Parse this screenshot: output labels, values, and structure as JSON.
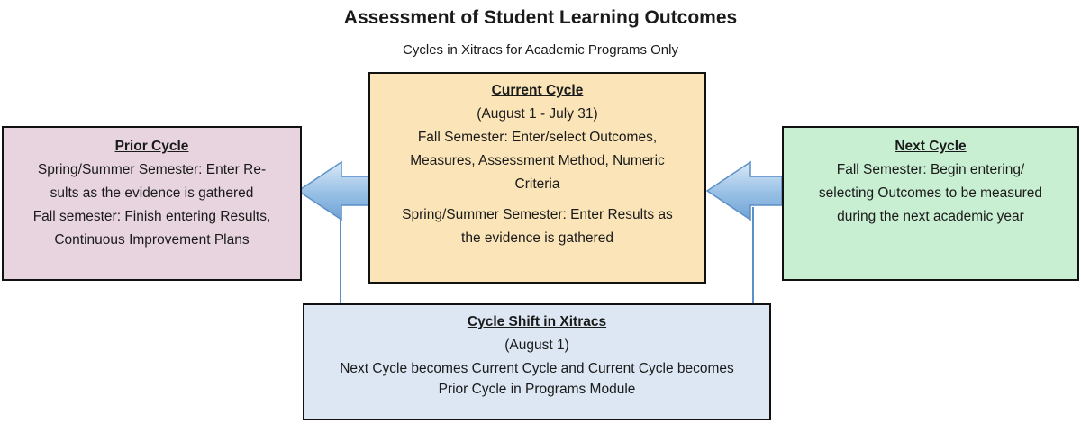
{
  "title": "Assessment of Student Learning Outcomes",
  "subtitle": "Cycles in Xitracs for Academic Programs Only",
  "prior": {
    "heading": "Prior Cycle",
    "line1": "Spring/Summer Semester:  Enter Re-",
    "line2": "sults as the evidence is gathered",
    "line3": "Fall semester:  Finish entering Results,",
    "line4": "Continuous Improvement Plans"
  },
  "current": {
    "heading": "Current Cycle",
    "dates": "(August  1 - July 31)",
    "line1": "Fall Semester:  Enter/select Outcomes,",
    "line2": "Measures, Assessment Method, Numeric",
    "line3": "Criteria",
    "line4": "Spring/Summer Semester:  Enter Results as",
    "line5": "the evidence is gathered"
  },
  "next": {
    "heading": "Next Cycle",
    "line1": "Fall Semester:  Begin entering/",
    "line2": "selecting Outcomes to be measured",
    "line3": "during the next academic year"
  },
  "shift": {
    "heading": "Cycle Shift in Xitracs",
    "date": "(August 1)",
    "line1": "Next Cycle becomes Current Cycle and Current Cycle becomes",
    "line2": "Prior Cycle in Programs Module"
  },
  "colors": {
    "prior_fill": "#e8d4df",
    "current_fill": "#fbe5b8",
    "next_fill": "#c9efd3",
    "shift_fill": "#dce7f3",
    "arrow_fill": "#9cc3e6",
    "arrow_stroke": "#5b8fc7"
  }
}
